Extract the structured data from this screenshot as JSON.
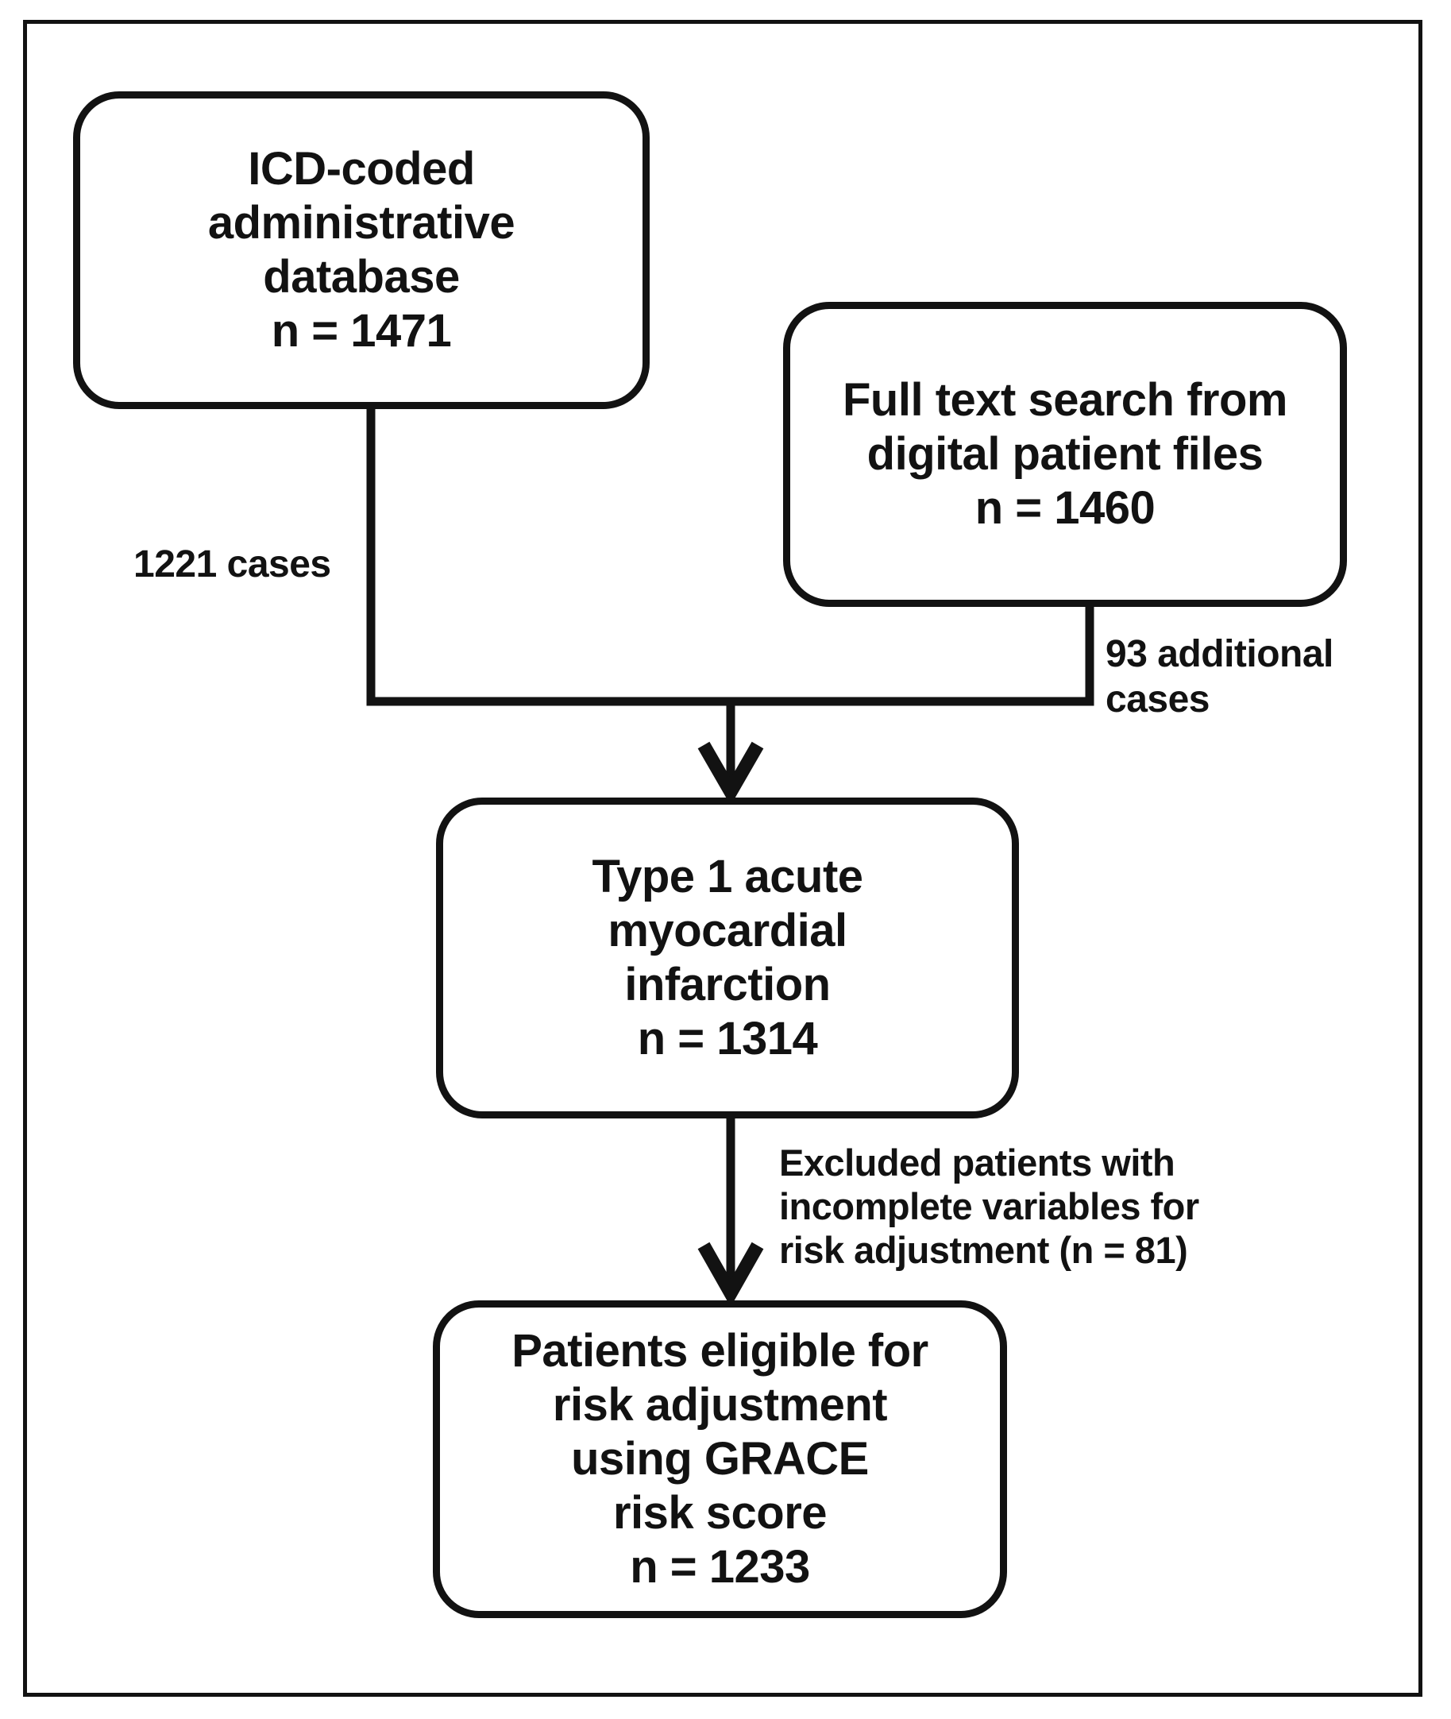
{
  "flowchart": {
    "colors": {
      "ink": "#121212",
      "background": "#ffffff"
    },
    "nodes": {
      "icd_database": {
        "lines": [
          "ICD-coded",
          "administrative",
          "database",
          "n = 1471"
        ]
      },
      "full_text_search": {
        "lines": [
          "Full text search from",
          "digital patient files",
          "n = 1460"
        ]
      },
      "type1_ami": {
        "lines": [
          "Type 1 acute",
          "myocardial",
          "infarction",
          "n = 1314"
        ]
      },
      "grace_eligible": {
        "lines": [
          "Patients eligible for",
          "risk adjustment",
          "using GRACE",
          "risk score",
          "n = 1233"
        ]
      }
    },
    "edge_labels": {
      "icd_cases": {
        "lines": [
          "1221 cases"
        ]
      },
      "additional_cases": {
        "lines": [
          "93 additional",
          "cases"
        ]
      },
      "excluded": {
        "lines": [
          "Excluded patients with",
          "incomplete variables for",
          "risk adjustment (n = 81)"
        ]
      }
    }
  }
}
